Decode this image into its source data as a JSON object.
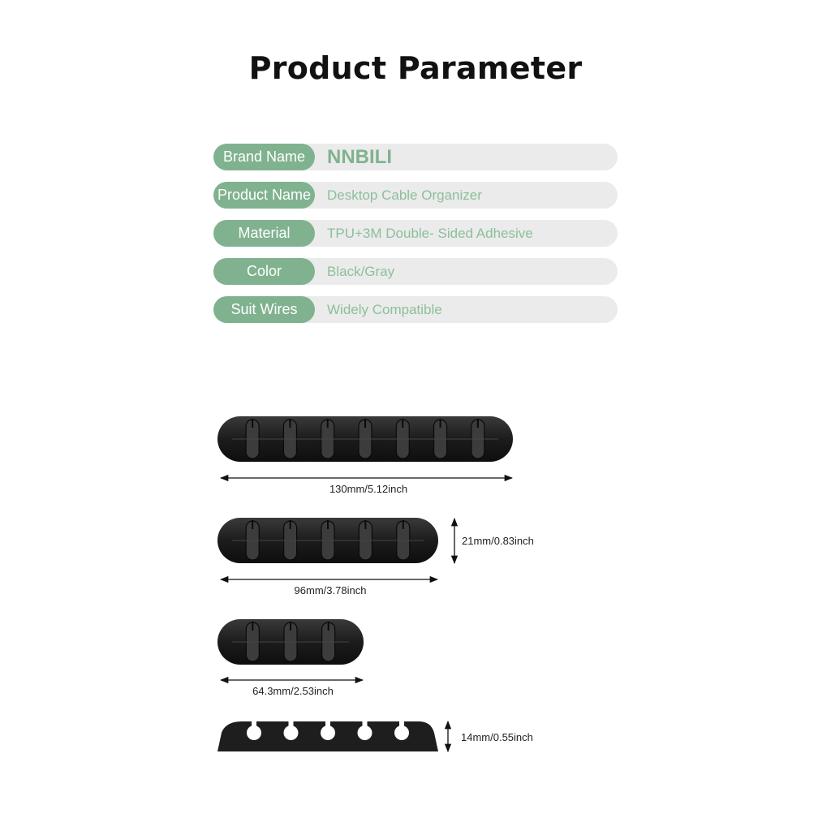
{
  "page": {
    "title": "Product Parameter"
  },
  "parameters": [
    {
      "label": "Brand Name",
      "value": "NNBILI"
    },
    {
      "label": "Product Name",
      "value": "Desktop Cable Organizer"
    },
    {
      "label": "Material",
      "value": "TPU+3M Double- Sided Adhesive"
    },
    {
      "label": "Color",
      "value": "Black/Gray"
    },
    {
      "label": "Suit Wires",
      "value": "Widely Compatible"
    }
  ],
  "dimensions": {
    "length_7slot": "130mm/5.12inch",
    "length_5slot": "96mm/3.78inch",
    "height_top": "21mm/0.83inch",
    "length_3slot": "64.3mm/2.53inch",
    "thickness_side": "14mm/0.55inch"
  },
  "products": {
    "slot_counts": [
      7,
      5,
      3
    ],
    "side_view_holes": 5
  },
  "colors": {
    "accent": "#80b28f",
    "row_bg": "#ebebeb",
    "value_text": "#8cbf9b",
    "product": "#1c1c1c"
  }
}
